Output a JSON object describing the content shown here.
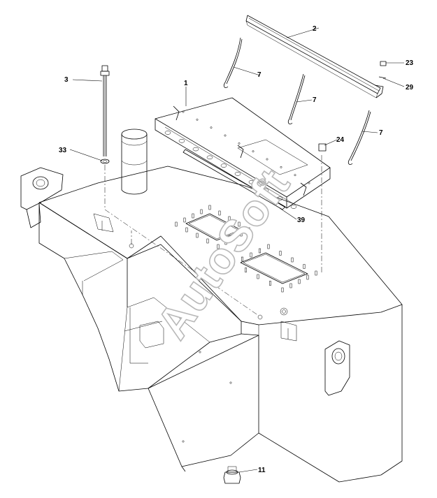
{
  "watermark": {
    "text": "AutoSoft",
    "mark": "®"
  },
  "callouts": {
    "c1": "1",
    "c2": "2",
    "c3": "3",
    "c7a": "7",
    "c7b": "7",
    "c7c": "7",
    "c11": "11",
    "c23": "23",
    "c24": "24",
    "c29": "29",
    "c33": "33",
    "c39": "39"
  }
}
